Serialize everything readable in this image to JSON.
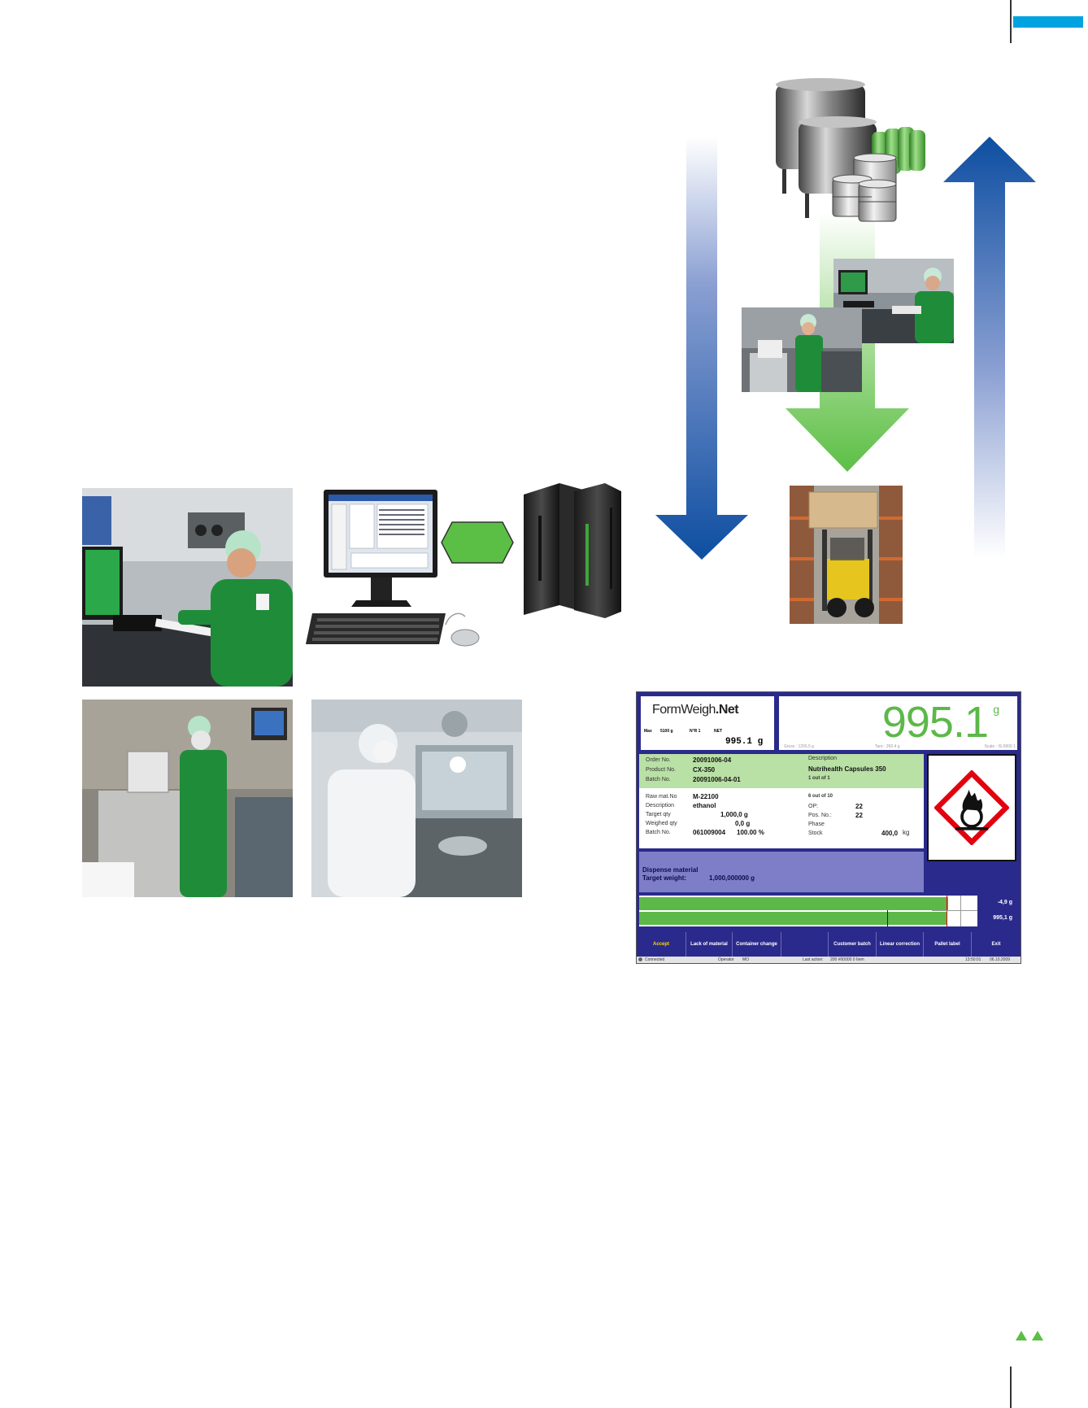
{
  "formweigh": {
    "logo_form": "Form",
    "logo_weigh": "Weigh",
    "logo_dot_net": ".Net",
    "info_max": "Max",
    "info_max_value": "5100 g",
    "info_n": "N°R 1",
    "info_net": "NET",
    "info_small_weight": "995.1 g",
    "big_weight": "995.1",
    "big_unit": "g",
    "scale_strip": [
      "Gross : 1255.5 g",
      "Tare : 260.4 g",
      "Scale : IS-5000 1"
    ],
    "order": {
      "order_label": "Order No.",
      "order_value": "20091006-04",
      "product_label": "Product No.",
      "product_value": "CX-350",
      "batch_label": "Batch No.",
      "batch_value": "20091006-04-01",
      "desc_label": "Description",
      "desc_value": "Nutrihealth Capsules 350",
      "desc_sub": "1 out of 1"
    },
    "material": {
      "raw_label": "Raw mat.No",
      "raw_value": "M-22100",
      "desc_label": "Description",
      "desc_value": "ethanol",
      "target_label": "Target qty",
      "target_value": "1,000,0 g",
      "weighed_label": "Weighed qty",
      "weighed_value": "0,0 g",
      "batch_label": "Batch No.",
      "batch_value": "061009004",
      "batch_pct": "100.00 %",
      "count": "6 out of 10",
      "op_label": "OP:",
      "op_value": "22",
      "pos_label": "Pos. No.:",
      "pos_value": "22",
      "phase_label": "Phase",
      "stock_label": "Stock",
      "stock_value": "400,0",
      "stock_unit": "kg"
    },
    "dispense": {
      "title": "Dispense material",
      "target_label": "Target weight:",
      "target_value": "1,000,000000 g"
    },
    "bars": {
      "diff": "-4,9 g",
      "total": "995,1 g"
    },
    "buttons": [
      "Accept",
      "Lack of material",
      "Container change",
      "",
      "Customer batch",
      "Linear correction",
      "Pallet label",
      "Exit"
    ],
    "status": {
      "connected": "Connected",
      "operator_label": "Operator",
      "operator_value": "MO",
      "last_label": "Last action:",
      "last_value": "200 #00000 0 Item",
      "time": "13:50:01",
      "date": "06.10.2009"
    }
  },
  "colors": {
    "accent_cyan": "#00a3e0",
    "arrow_blue": "#0d4ea1",
    "arrow_green": "#5cbf45",
    "pill_green": "#5cbf45",
    "screen_navy": "#2a2a8c",
    "weight_green": "#5db84a"
  },
  "icons": [
    "flammable-hazard-icon",
    "page-next-triangle-icon"
  ]
}
